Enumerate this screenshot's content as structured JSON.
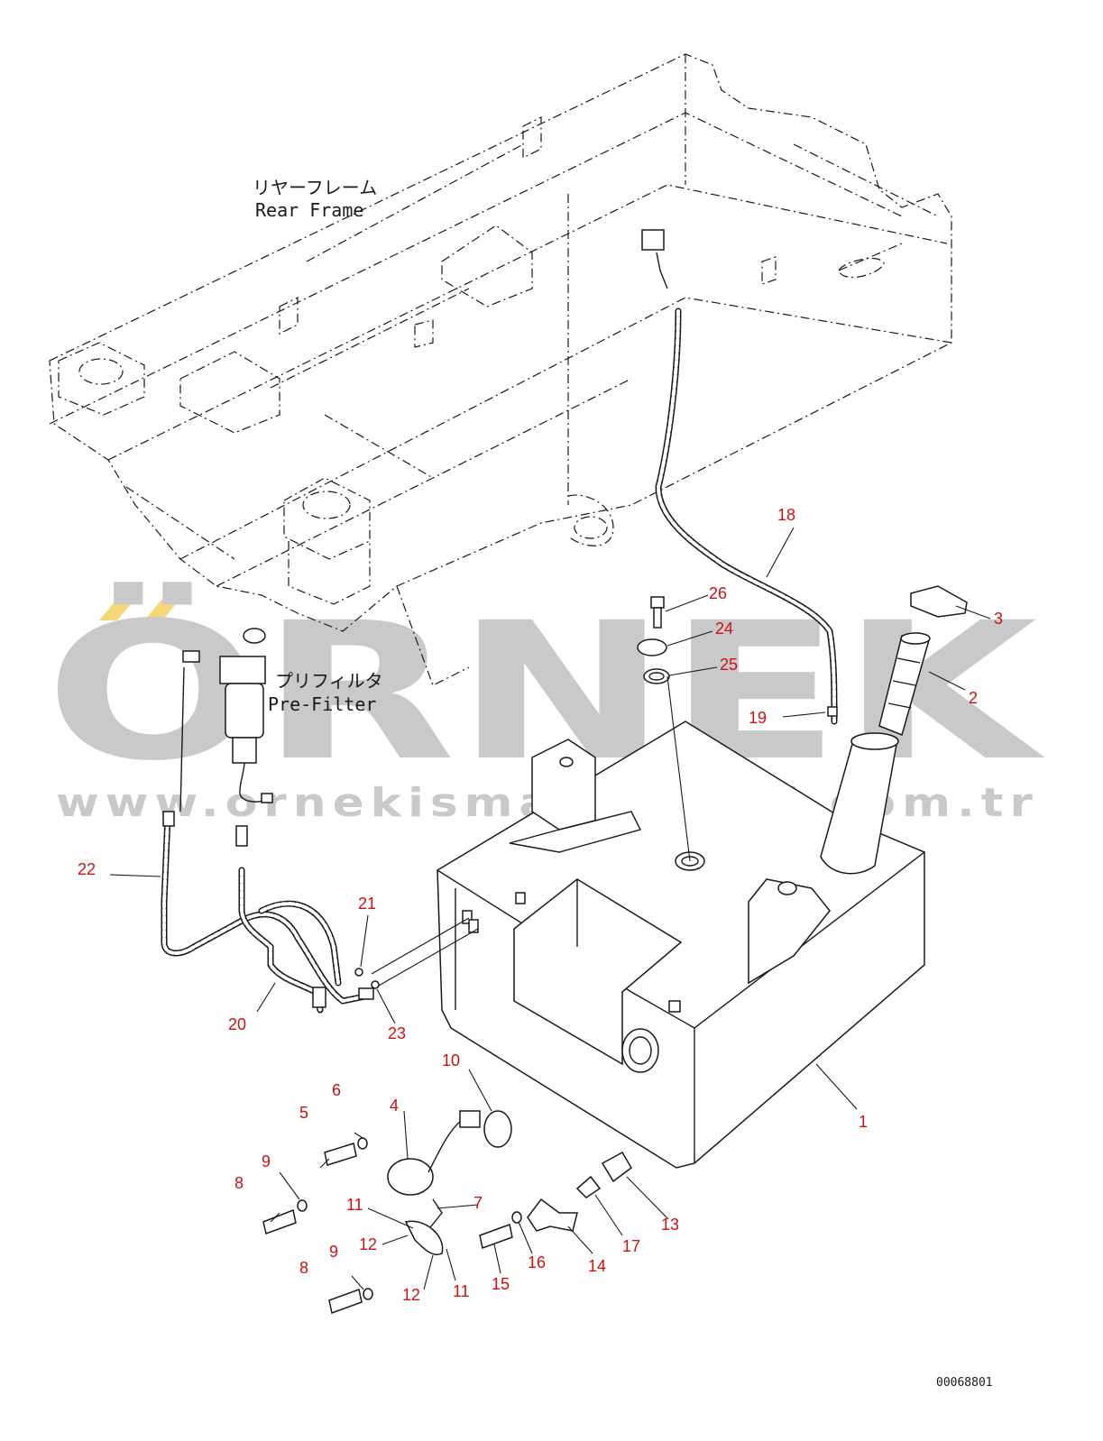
{
  "labels": {
    "rear_frame_jp": "リヤーフレーム",
    "rear_frame_en": "Rear Frame",
    "pre_filter_jp": "プリフィルタ",
    "pre_filter_en": "Pre-Filter"
  },
  "watermark": {
    "brand": "ÖRNEK",
    "url": "www.ornekismakinalari.com.tr",
    "accent_color": "#f5d77a",
    "text_color": "#c9c9cc"
  },
  "drawing_code": "00068801",
  "callouts": [
    "1",
    "2",
    "3",
    "4",
    "5",
    "6",
    "7",
    "8",
    "8",
    "9",
    "9",
    "10",
    "11",
    "11",
    "12",
    "12",
    "13",
    "14",
    "15",
    "16",
    "17",
    "18",
    "19",
    "20",
    "21",
    "22",
    "23",
    "24",
    "25",
    "26"
  ],
  "callout_color": "#d01010"
}
